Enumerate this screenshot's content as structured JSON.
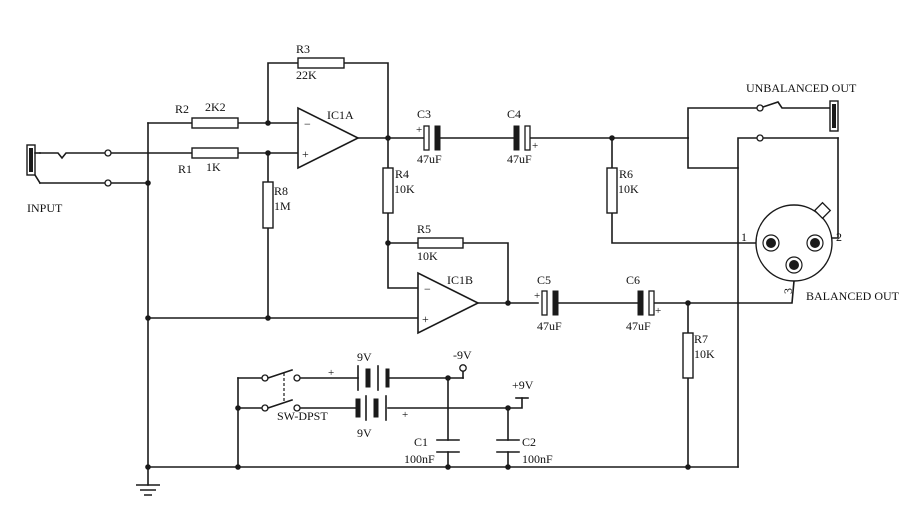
{
  "labels": {
    "input": "INPUT",
    "unbalanced_out": "UNBALANCED OUT",
    "balanced_out": "BALANCED OUT",
    "sw": "SW-DPST",
    "minus9v": "-9V",
    "plus9v": "+9V",
    "bat1": "9V",
    "bat2": "9V",
    "plus_sign": "+"
  },
  "components": {
    "R1": {
      "name": "R1",
      "value": "1K"
    },
    "R2": {
      "name": "R2",
      "value": "2K2"
    },
    "R3": {
      "name": "R3",
      "value": "22K"
    },
    "R4": {
      "name": "R4",
      "value": "10K"
    },
    "R5": {
      "name": "R5",
      "value": "10K"
    },
    "R6": {
      "name": "R6",
      "value": "10K"
    },
    "R7": {
      "name": "R7",
      "value": "10K"
    },
    "R8": {
      "name": "R8",
      "value": "1M"
    },
    "C1": {
      "name": "C1",
      "value": "100nF"
    },
    "C2": {
      "name": "C2",
      "value": "100nF"
    },
    "C3": {
      "name": "C3",
      "value": "47uF"
    },
    "C4": {
      "name": "C4",
      "value": "47uF"
    },
    "C5": {
      "name": "C5",
      "value": "47uF"
    },
    "C6": {
      "name": "C6",
      "value": "47uF"
    },
    "IC1A": {
      "name": "IC1A"
    },
    "IC1B": {
      "name": "IC1B"
    }
  },
  "pins": {
    "p1": "1",
    "p2": "2",
    "p3": "3"
  },
  "opamp_signs": {
    "minus": "−",
    "plus": "+"
  }
}
